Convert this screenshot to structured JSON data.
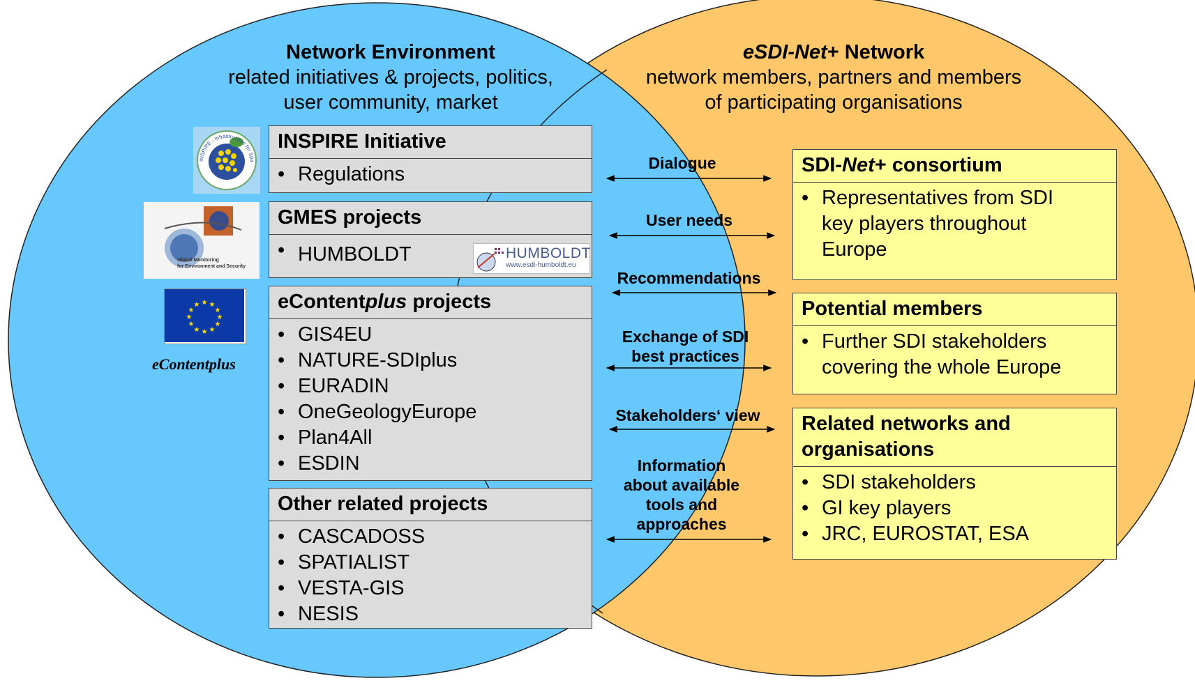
{
  "left_header": {
    "title": "Network Environment",
    "line1": "related initiatives & projects, politics,",
    "line2": "user community, market"
  },
  "right_header": {
    "title_italic": "eSDI-Net",
    "title_rest": "+ Network",
    "line1": "network members, partners and members",
    "line2": "of participating organisations"
  },
  "left_boxes": [
    {
      "title": "INSPIRE Initiative",
      "items": [
        "Regulations"
      ]
    },
    {
      "title": "GMES projects",
      "items": [
        "HUMBOLDT"
      ]
    },
    {
      "title_pre": "eContent",
      "title_italic": "plus",
      "title_post": " projects",
      "items": [
        "GIS4EU",
        "NATURE-SDIplus",
        "EURADIN",
        "OneGeologyEurope",
        "Plan4All",
        "ESDIN"
      ]
    },
    {
      "title": "Other related projects",
      "items": [
        "CASCADOSS",
        "SPATIALIST",
        "VESTA-GIS",
        "NESIS"
      ]
    }
  ],
  "right_boxes": [
    {
      "title_pre": "SDI-",
      "title_italic": "Net",
      "title_post": "+ consortium",
      "items": [
        "Representatives from SDI key players throughout Europe"
      ]
    },
    {
      "title": "Potential members",
      "items": [
        "Further SDI stakeholders covering the whole Europe"
      ]
    },
    {
      "title": "Related networks and organisations",
      "items": [
        "SDI stakeholders",
        "GI key players",
        "JRC, EUROSTAT, ESA"
      ]
    }
  ],
  "arrow_labels": {
    "a1": "Dialogue",
    "a2": "User needs",
    "a3": "Recommendations",
    "a4_l1": "Exchange of SDI",
    "a4_l2": "best practices",
    "a5": "Stakeholders‘ view",
    "a6_l1": "Information",
    "a6_l2": "about available",
    "a6_l3": "tools and",
    "a6_l4": "approaches"
  },
  "logos": {
    "inspire_ring": "INSPIRE - Infrastructure for Spatial Information in Europe",
    "gmes_l1": "Global Monitoring",
    "gmes_l2": "for Environment and Security",
    "humboldt_name": "HUMBOLDT",
    "humboldt_url": "www.esdi-humboldt.eu",
    "econtent_pre": "eContent",
    "econtent_italic": "plus"
  },
  "colors": {
    "left_circle": "#66c8fd",
    "right_circle": "#fec86a",
    "left_box_fill": "#dcdcdc",
    "right_box_fill": "#ffff99"
  }
}
